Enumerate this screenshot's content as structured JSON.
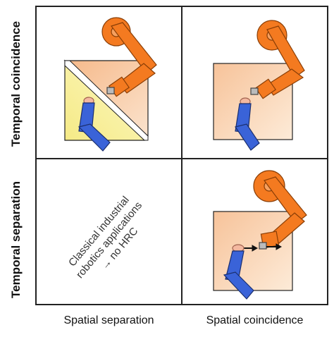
{
  "y_labels": {
    "top": "Temporal coincidence",
    "bottom": "Temporal separation"
  },
  "x_labels": {
    "left": "Spatial separation",
    "right": "Spatial coincidence"
  },
  "note": {
    "line1": "Classical industrial",
    "line2": "robotics applications",
    "line3": "→ no HRC"
  },
  "colors": {
    "robot": "#f47a20",
    "robot_stroke": "#8a3e06",
    "human_arm": "#3a63d8",
    "human_stroke": "#1b2f6e",
    "skin": "#f4b8a0",
    "workspace_robot": "#f7c9a2",
    "workspace_human": "#fbf4a8",
    "shared_workspace": "#f9d7b4",
    "grid_line": "#222222"
  },
  "icons": [
    "robot-arm-icon",
    "human-arm-icon",
    "arrow-right-icon"
  ]
}
